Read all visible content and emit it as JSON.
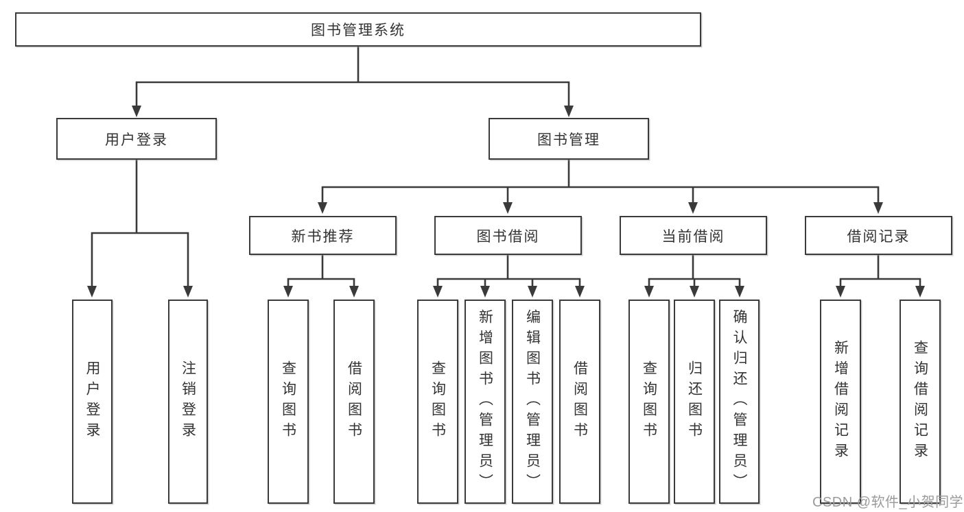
{
  "diagram": {
    "title": "图书管理系统",
    "level2": {
      "login": "用户登录",
      "management": "图书管理"
    },
    "level3": {
      "recommend": "新书推荐",
      "borrow": "图书借阅",
      "current": "当前借阅",
      "records": "借阅记录"
    },
    "leaves": {
      "login": [
        "用户登录",
        "注销登录"
      ],
      "recommend": [
        "查询图书",
        "借阅图书"
      ],
      "borrow": [
        "查询图书",
        "新增图书（管理员）",
        "编辑图书（管理员）",
        "借阅图书"
      ],
      "current": [
        "查询图书",
        "归还图书",
        "确认归还（管理员）"
      ],
      "records": [
        "新增借阅记录",
        "查询借阅记录"
      ]
    },
    "watermark": "CSDN @软件_小贺同学",
    "colors": {
      "line": "#3a3a3a",
      "text": "#333333",
      "watermark": "#9b9b9b",
      "background": "#ffffff"
    }
  }
}
